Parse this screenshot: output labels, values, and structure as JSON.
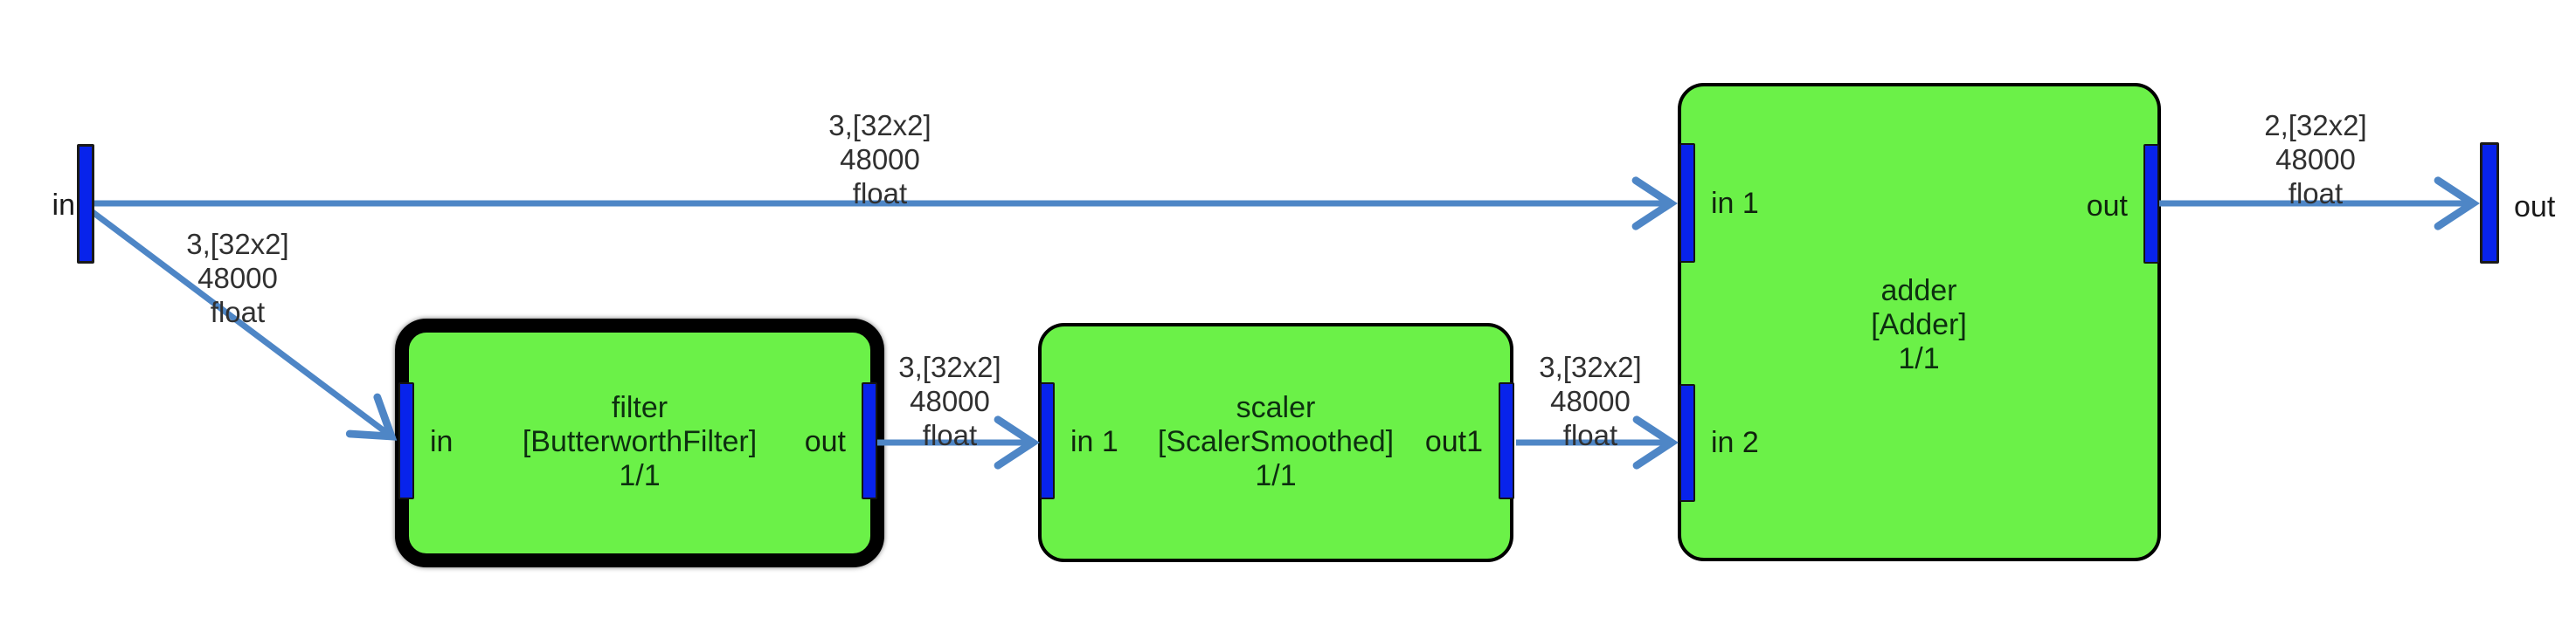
{
  "colors": {
    "background": "#ffffff",
    "block_fill": "#6bf148",
    "block_border": "#000000",
    "port_fill": "#0823eb",
    "edge": "#4e86c6",
    "block_text": "#0d2f10",
    "edge_label_text": "#303030"
  },
  "terminals": {
    "input": {
      "label": "in"
    },
    "output": {
      "label": "out"
    }
  },
  "blocks": [
    {
      "name": "filter",
      "class": "[ButterworthFilter]",
      "rate": "1/1",
      "selected": true,
      "ports": {
        "in": "in",
        "out": "out"
      }
    },
    {
      "name": "scaler",
      "class": "[ScalerSmoothed]",
      "rate": "1/1",
      "selected": false,
      "ports": {
        "in": "in 1",
        "out": "out1"
      }
    },
    {
      "name": "adder",
      "class": "[Adder]",
      "rate": "1/1",
      "selected": false,
      "ports": {
        "in1": "in 1",
        "in2": "in 2",
        "out": "out"
      }
    }
  ],
  "edges": [
    {
      "from": "in",
      "to": "adder.in1",
      "lines": [
        "3,[32x2]",
        "48000",
        "float"
      ]
    },
    {
      "from": "in",
      "to": "filter.in",
      "lines": [
        "3,[32x2]",
        "48000",
        "float"
      ]
    },
    {
      "from": "filter.out",
      "to": "scaler.in1",
      "lines": [
        "3,[32x2]",
        "48000",
        "float"
      ]
    },
    {
      "from": "scaler.out1",
      "to": "adder.in2",
      "lines": [
        "3,[32x2]",
        "48000",
        "float"
      ]
    },
    {
      "from": "adder.out",
      "to": "out",
      "lines": [
        "2,[32x2]",
        "48000",
        "float"
      ]
    }
  ]
}
